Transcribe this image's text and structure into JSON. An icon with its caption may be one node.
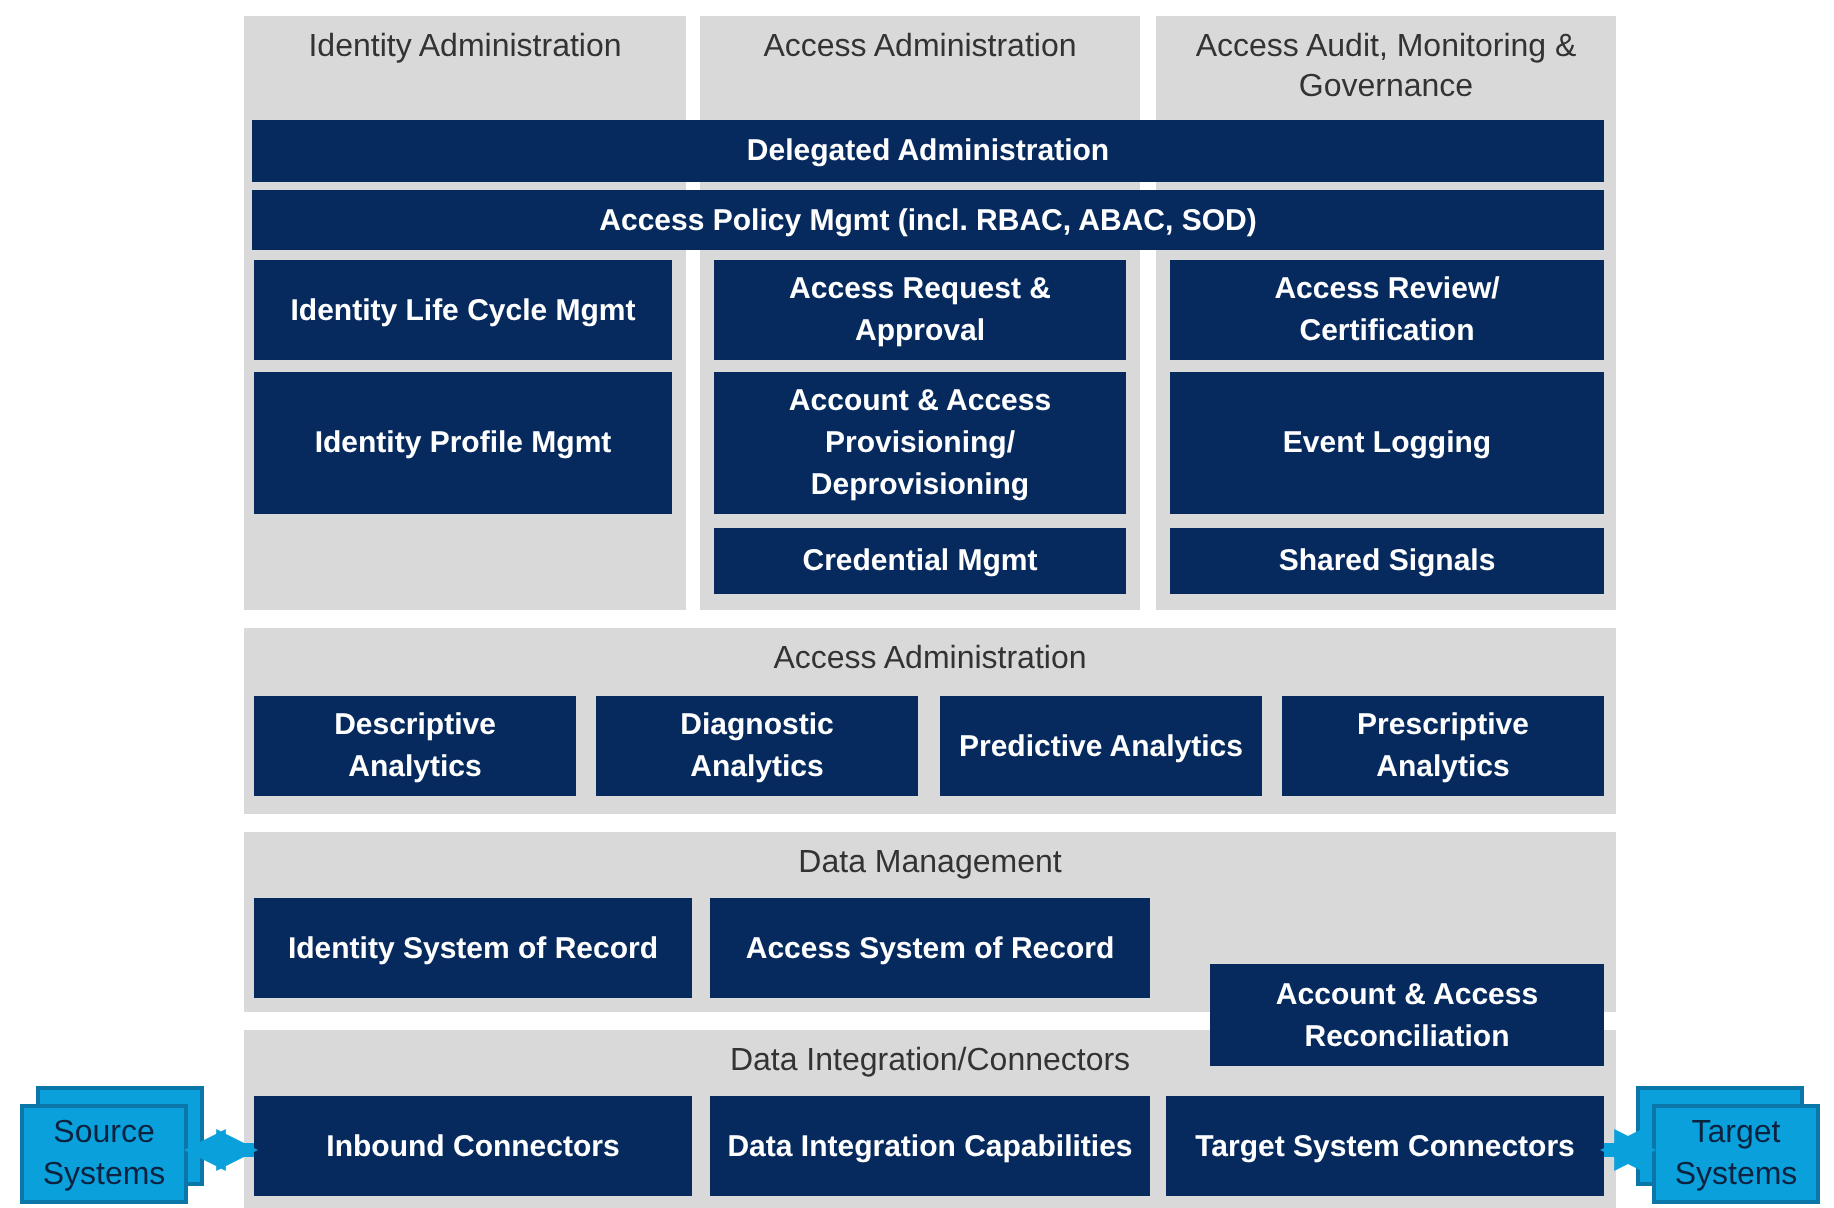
{
  "diagram": {
    "nodes": [
      {
        "text": [
          "Identity Administration"
        ]
      },
      {
        "text": [
          "Access Administration"
        ]
      },
      {
        "text": [
          "Access Audit, Monitoring & Governance"
        ]
      },
      {
        "text": [
          "Delegated Administration"
        ]
      },
      {
        "text": [
          "Access Policy Mgmt (incl. RBAC, ABAC, SOD)"
        ]
      },
      {
        "text": [
          "Identity Life Cycle Mgmt"
        ],
        "in": 0
      },
      {
        "text": [
          "Access Request & Approval"
        ],
        "in": 1
      },
      {
        "text": [
          "Access Review/ Certification"
        ],
        "in": 2
      },
      {
        "text": [
          "Identity Profile Mgmt"
        ],
        "in": 0
      },
      {
        "text": [
          "Account & Access Provisioning/ Deprovisioning"
        ],
        "in": 1
      },
      {
        "text": [
          "Event Logging"
        ],
        "in": 2
      },
      {
        "text": [
          "Credential Mgmt"
        ],
        "in": 1
      },
      {
        "text": [
          "Shared Signals"
        ],
        "in": 2
      },
      {
        "text": [
          "Access Administration"
        ]
      },
      {
        "text": [
          "Descriptive Analytics"
        ],
        "in": 13
      },
      {
        "text": [
          "Diagnostic Analytics"
        ],
        "in": 13
      },
      {
        "text": [
          "Predictive Analytics"
        ],
        "in": 13
      },
      {
        "text": [
          "Prescriptive Analytics"
        ],
        "in": 13
      },
      {
        "text": [
          "Data Management"
        ]
      },
      {
        "text": [
          "Identity System of Record"
        ],
        "in": 18
      },
      {
        "text": [
          "Access System of Record"
        ],
        "in": 18
      },
      {
        "text": [
          "Account & Access Reconciliation"
        ]
      },
      {
        "text": [
          "Data Integration/Connectors"
        ]
      },
      {
        "text": [
          "Source Systems"
        ]
      },
      {
        "text": [
          "Inbound Connectors"
        ],
        "in": 22
      },
      {
        "text": [
          "Data Integration Capabilities"
        ],
        "in": 22
      },
      {
        "text": [
          "Target System Connectors"
        ],
        "in": 22
      },
      {
        "text": [
          "Target Systems"
        ]
      }
    ],
    "edges": [
      {
        "from": 23,
        "to": 24,
        "arrow": "both"
      },
      {
        "from": 26,
        "to": 27,
        "arrow": "both"
      }
    ]
  }
}
